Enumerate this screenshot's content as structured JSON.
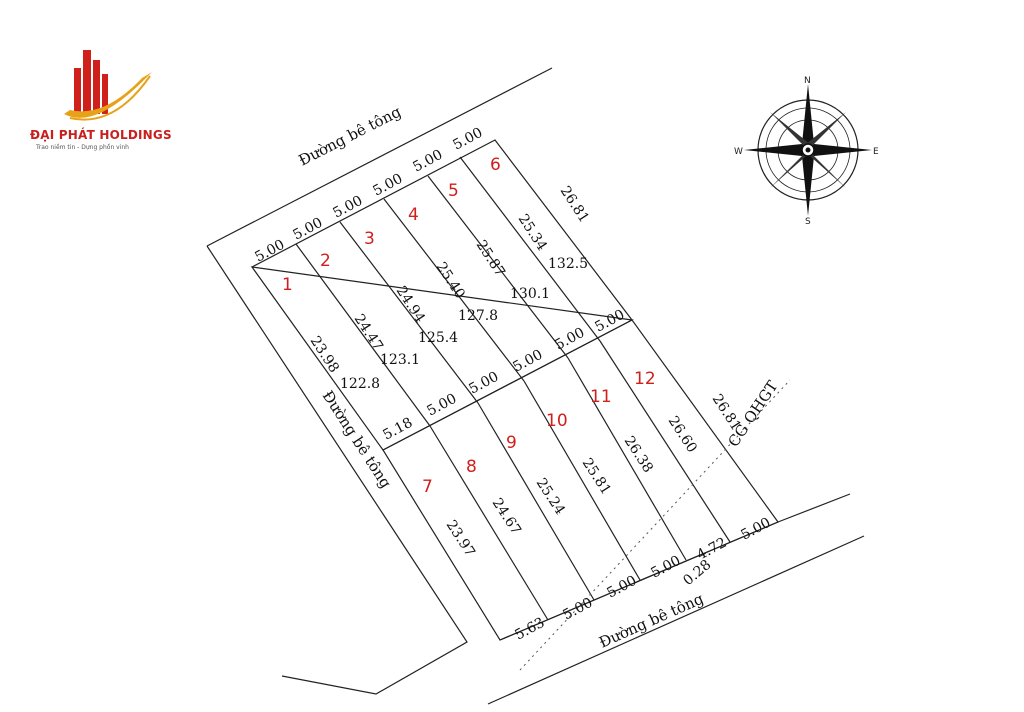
{
  "brand": {
    "name": "ĐẠI PHÁT HOLDINGS",
    "tagline": "Trao niềm tin - Dựng phồn vinh",
    "colors": {
      "red": "#d0201c",
      "gold": "#e8a21a"
    }
  },
  "compass": {
    "n": "N",
    "s": "S",
    "e": "E",
    "w": "W"
  },
  "roads": {
    "top": "Đường bê tông",
    "left": "Đường bê tông",
    "bottom": "Đường bê tông",
    "qhgt": "CG QHGT"
  },
  "lots": [
    {
      "number": "1",
      "area": "122.8"
    },
    {
      "number": "2",
      "area": "123.1"
    },
    {
      "number": "3",
      "area": "125.4"
    },
    {
      "number": "4",
      "area": "127.8"
    },
    {
      "number": "5",
      "area": "130.1"
    },
    {
      "number": "6",
      "area": "132.5"
    },
    {
      "number": "7",
      "area": ""
    },
    {
      "number": "8",
      "area": ""
    },
    {
      "number": "9",
      "area": ""
    },
    {
      "number": "10",
      "area": ""
    },
    {
      "number": "11",
      "area": ""
    },
    {
      "number": "12",
      "area": ""
    }
  ],
  "dims": {
    "top_front": [
      "5.00",
      "5.00",
      "5.00",
      "5.00",
      "5.00",
      "5.00"
    ],
    "top_depths": [
      "23.98",
      "24.47",
      "24.94",
      "25.40",
      "25.87",
      "25.34",
      "26.81"
    ],
    "top_back": [
      "5.18",
      "5.00",
      "5.00",
      "5.00",
      "5.00",
      "5.00"
    ],
    "bottom_depths": [
      "23.97",
      "24.67",
      "25.24",
      "25.81",
      "26.38",
      "26.60",
      "26.81"
    ],
    "bottom_front": [
      "5.63",
      "5.00",
      "5.00",
      "5.00",
      "0.28",
      "4.72",
      "5.00"
    ]
  }
}
